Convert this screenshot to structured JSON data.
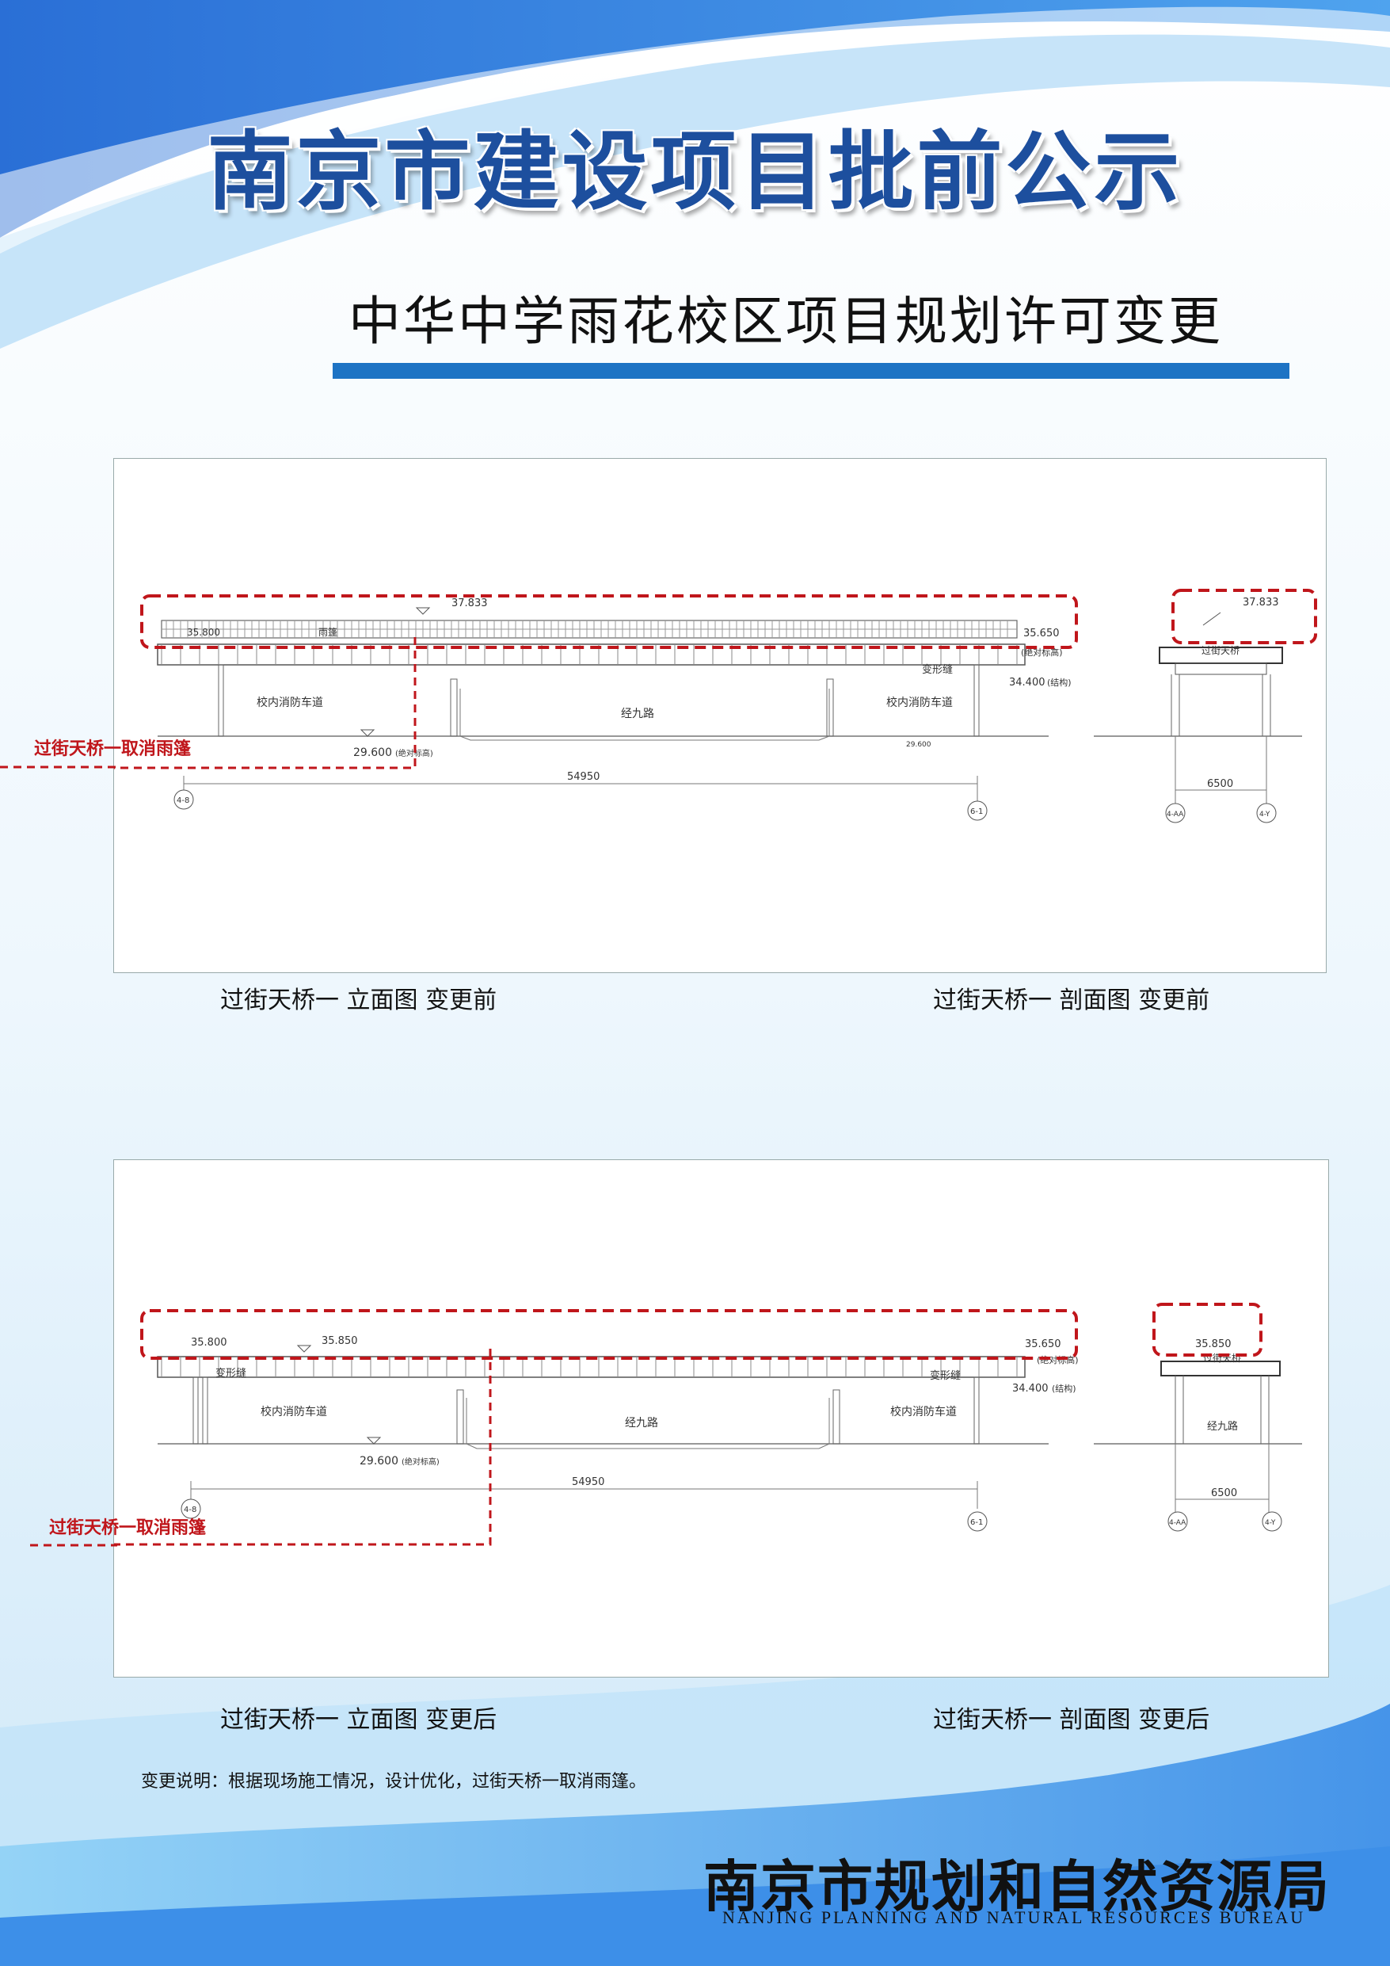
{
  "header": {
    "main_title": "南京市建设项目批前公示",
    "sub_title": "中华中学雨花校区项目规划许可变更"
  },
  "before": {
    "elevation_caption": "过街天桥一  立面图  变更前",
    "section_caption": "过街天桥一  剖面图  变更前",
    "note": "过街天桥一取消雨篷",
    "labels": {
      "top_elev": "37.833",
      "left_elev": "35.800",
      "right_elev": "35.650",
      "right_struct": "34.400",
      "ground": "29.600",
      "ground_small": "29.600",
      "road_left": "校内消防车道",
      "road_mid": "经九路",
      "road_right": "校内消防车道",
      "joint": "变形缝",
      "rain": "雨篷",
      "abs_note": "(绝对标高)",
      "struct_note": "(结构)",
      "span": "54950",
      "axis_left": "4-8",
      "axis_right": "6-1",
      "sec_top": "37.833",
      "sec_name": "过街天桥",
      "sec_span": "6500",
      "sec_axis_left": "4-AA",
      "sec_axis_right": "4-Y"
    }
  },
  "after": {
    "elevation_caption": "过街天桥一  立面图  变更后",
    "section_caption": "过街天桥一  剖面图  变更后",
    "note": "过街天桥一取消雨篷",
    "labels": {
      "left_elev": "35.800",
      "mid_elev": "35.850",
      "right_elev": "35.650",
      "right_struct": "34.400",
      "ground": "29.600",
      "road_left": "校内消防车道",
      "road_mid": "经九路",
      "road_right": "校内消防车道",
      "joint_left": "变形缝",
      "joint_right": "变形缝",
      "abs_note": "(绝对标高)",
      "struct_note": "(结构)",
      "span": "54950",
      "axis_left": "4-8",
      "axis_right": "6-1",
      "sec_top": "35.850",
      "sec_name": "过街天桥",
      "sec_road": "经九路",
      "sec_span": "6500",
      "sec_axis_left": "4-AA",
      "sec_axis_right": "4-Y"
    }
  },
  "description": "变更说明：根据现场施工情况，设计优化，过街天桥一取消雨篷。",
  "footer": {
    "agency": "南京市规划和自然资源局",
    "agency_en": "NANJING PLANNING AND NATURAL RESOURCES BUREAU"
  },
  "colors": {
    "header_blue": "#1d4f9e",
    "bar_blue": "#1e73c4",
    "note_red": "#c0161b"
  }
}
